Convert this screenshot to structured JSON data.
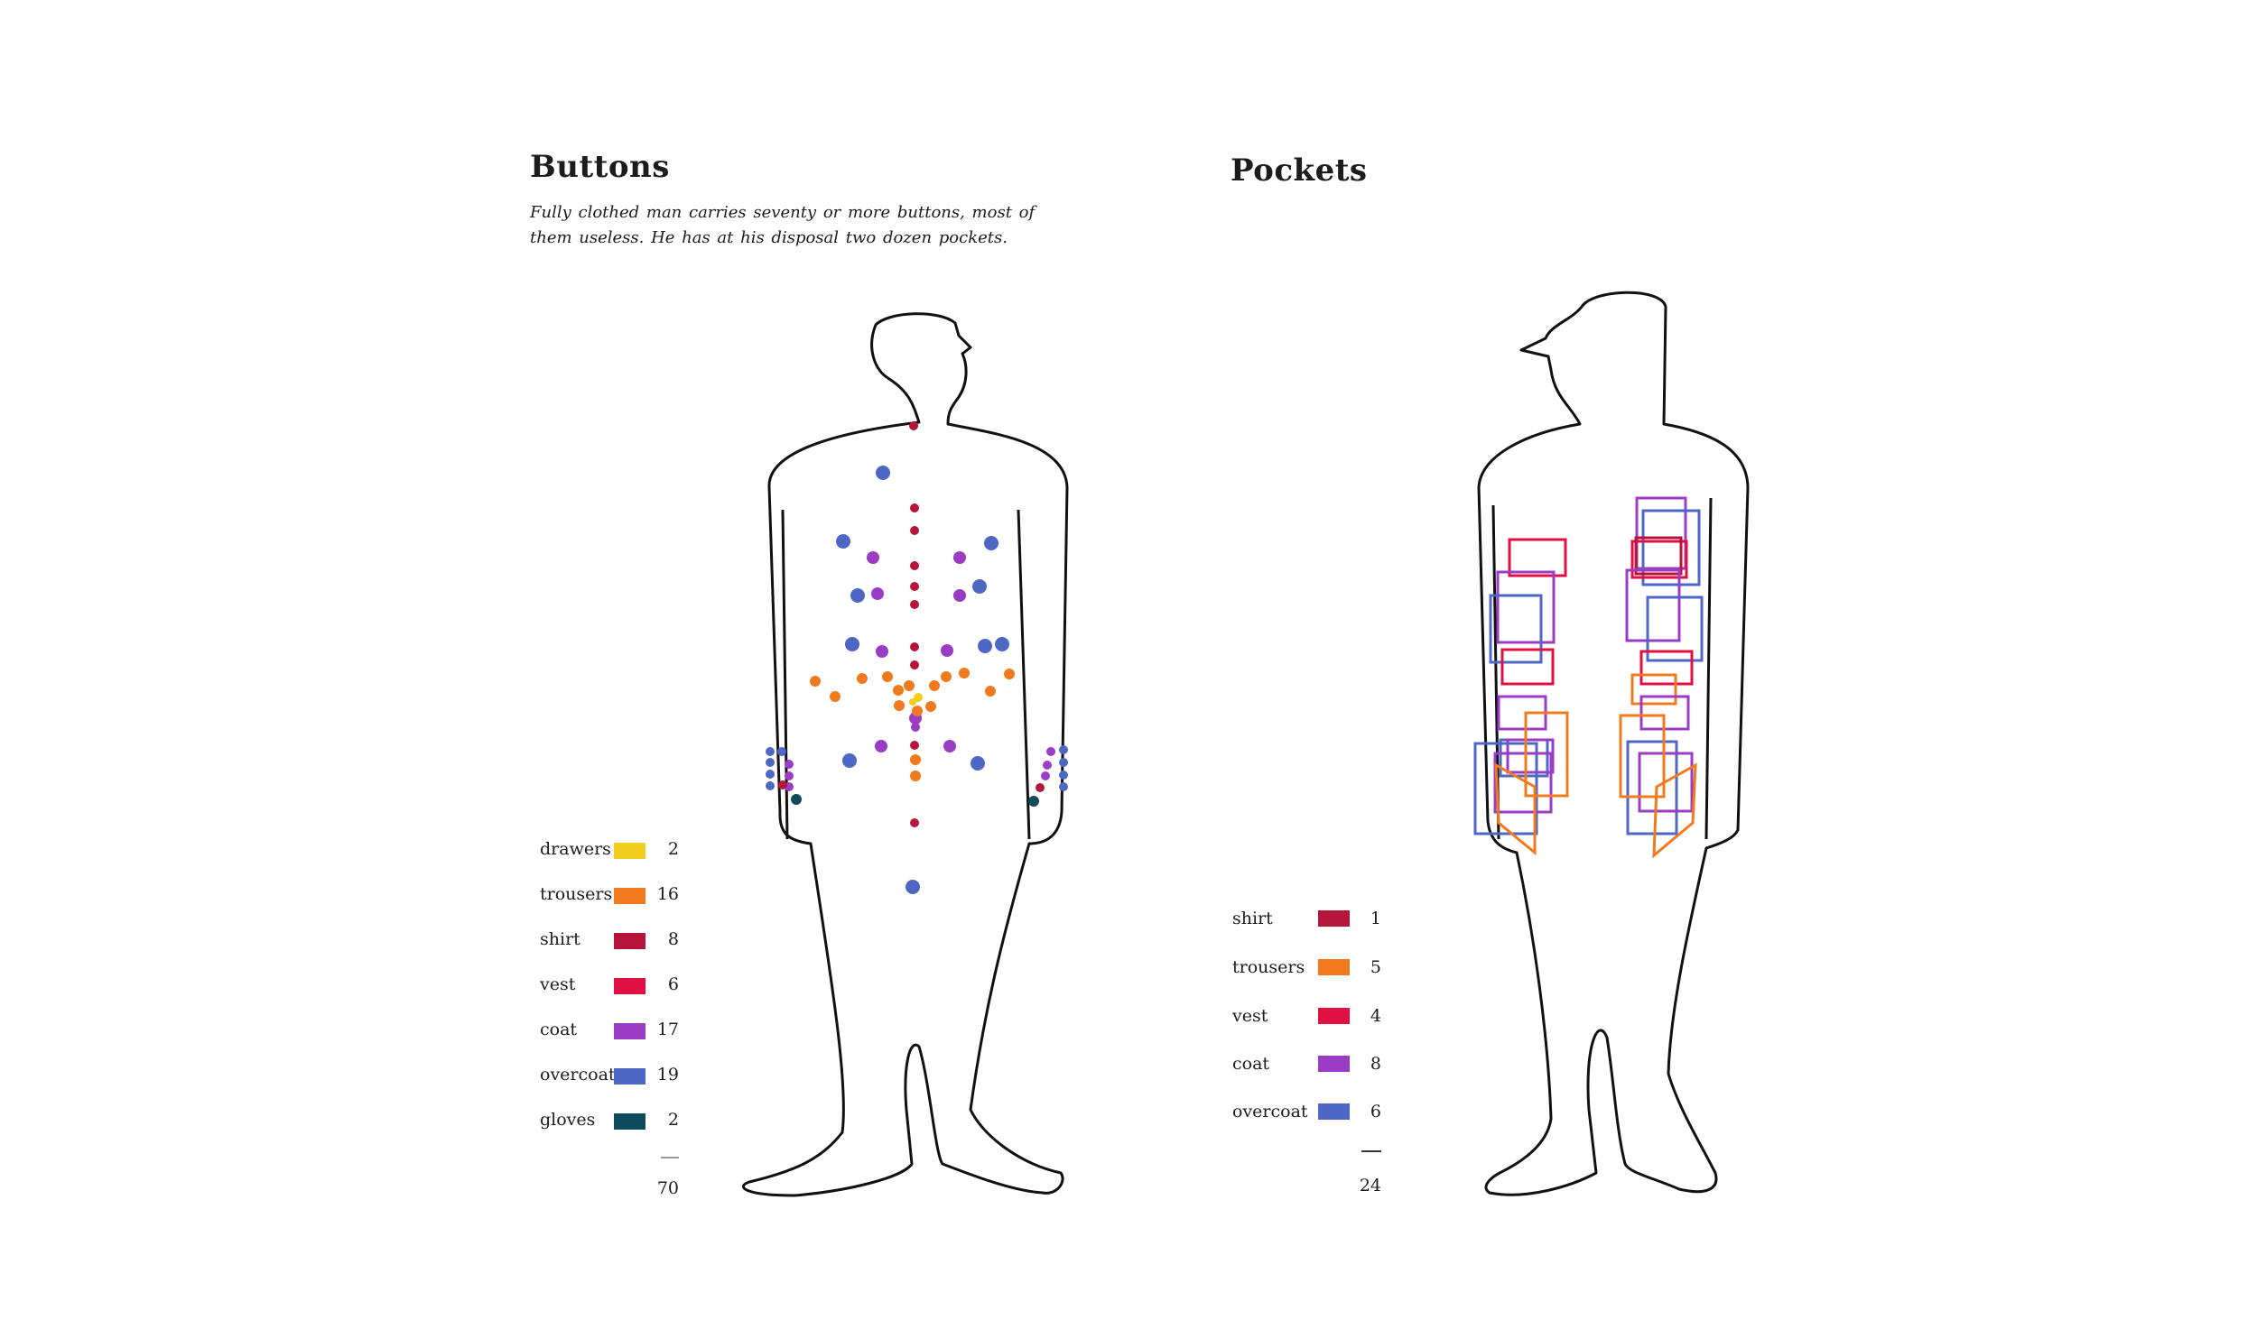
{
  "colors": {
    "drawers": "#f2cf1e",
    "trousers": "#f07a1d",
    "shirt": "#b5153a",
    "vest": "#e01043",
    "coat": "#9b3cc4",
    "overcoat": "#4f67c4",
    "gloves": "#0d4a5c",
    "outline": "#111111"
  },
  "buttons": {
    "title": "Buttons",
    "subtitle": "Fully clothed man carries seventy or more buttons, most of them useless. He has at his disposal two dozen pockets.",
    "legend": [
      {
        "label": "drawers",
        "key": "drawers",
        "count": "2"
      },
      {
        "label": "trousers",
        "key": "trousers",
        "count": "16"
      },
      {
        "label": "shirt",
        "key": "shirt",
        "count": "8"
      },
      {
        "label": "vest",
        "key": "vest",
        "count": "6"
      },
      {
        "label": "coat",
        "key": "coat",
        "count": "17"
      },
      {
        "label": "overcoat",
        "key": "overcoat",
        "count": "19"
      },
      {
        "label": "gloves",
        "key": "gloves",
        "count": "2"
      }
    ],
    "total": "70"
  },
  "pockets": {
    "title": "Pockets",
    "legend": [
      {
        "label": "shirt",
        "key": "shirt",
        "count": "1"
      },
      {
        "label": "trousers",
        "key": "trousers",
        "count": "5"
      },
      {
        "label": "vest",
        "key": "vest",
        "count": "4"
      },
      {
        "label": "coat",
        "key": "coat",
        "count": "8"
      },
      {
        "label": "overcoat",
        "key": "overcoat",
        "count": "6"
      }
    ],
    "total": "24"
  }
}
